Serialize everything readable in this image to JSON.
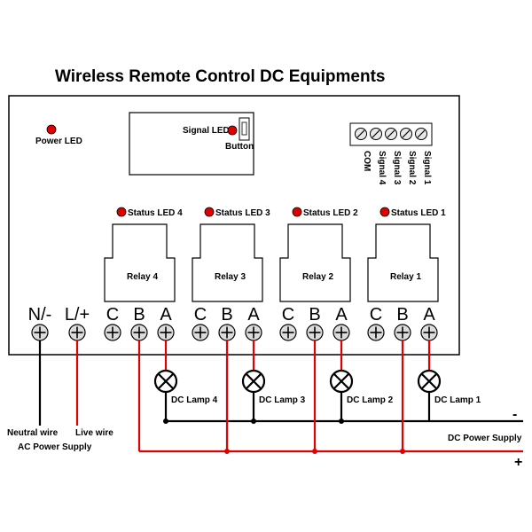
{
  "title": "Wireless Remote Control DC Equipments",
  "power_led_label": "Power LED",
  "signal_led_label": "Signal LED",
  "button_label": "Button",
  "connector_labels": [
    "COM",
    "Signal 4",
    "Signal 3",
    "Signal 2",
    "Signal 1"
  ],
  "status_leds": [
    "Status LED 4",
    "Status LED 3",
    "Status LED 2",
    "Status LED 1"
  ],
  "relays": [
    "Relay 4",
    "Relay 3",
    "Relay 2",
    "Relay 1"
  ],
  "power_terminals": [
    "N/-",
    "L/+"
  ],
  "relay_terminals": [
    "C",
    "B",
    "A"
  ],
  "lamps": [
    "DC Lamp 4",
    "DC Lamp 3",
    "DC Lamp 2",
    "DC Lamp 1"
  ],
  "neutral_wire_label": "Neutral wire",
  "live_wire_label": "Live wire",
  "ac_supply_label": "AC Power Supply",
  "dc_supply_label": "DC Power Supply",
  "dc_minus": "-",
  "dc_plus": "+",
  "colors": {
    "led": "#e00000",
    "live_wire": "#e00000",
    "neutral_wire": "#000000",
    "dc_positive": "#e00000",
    "dc_negative": "#000000"
  }
}
